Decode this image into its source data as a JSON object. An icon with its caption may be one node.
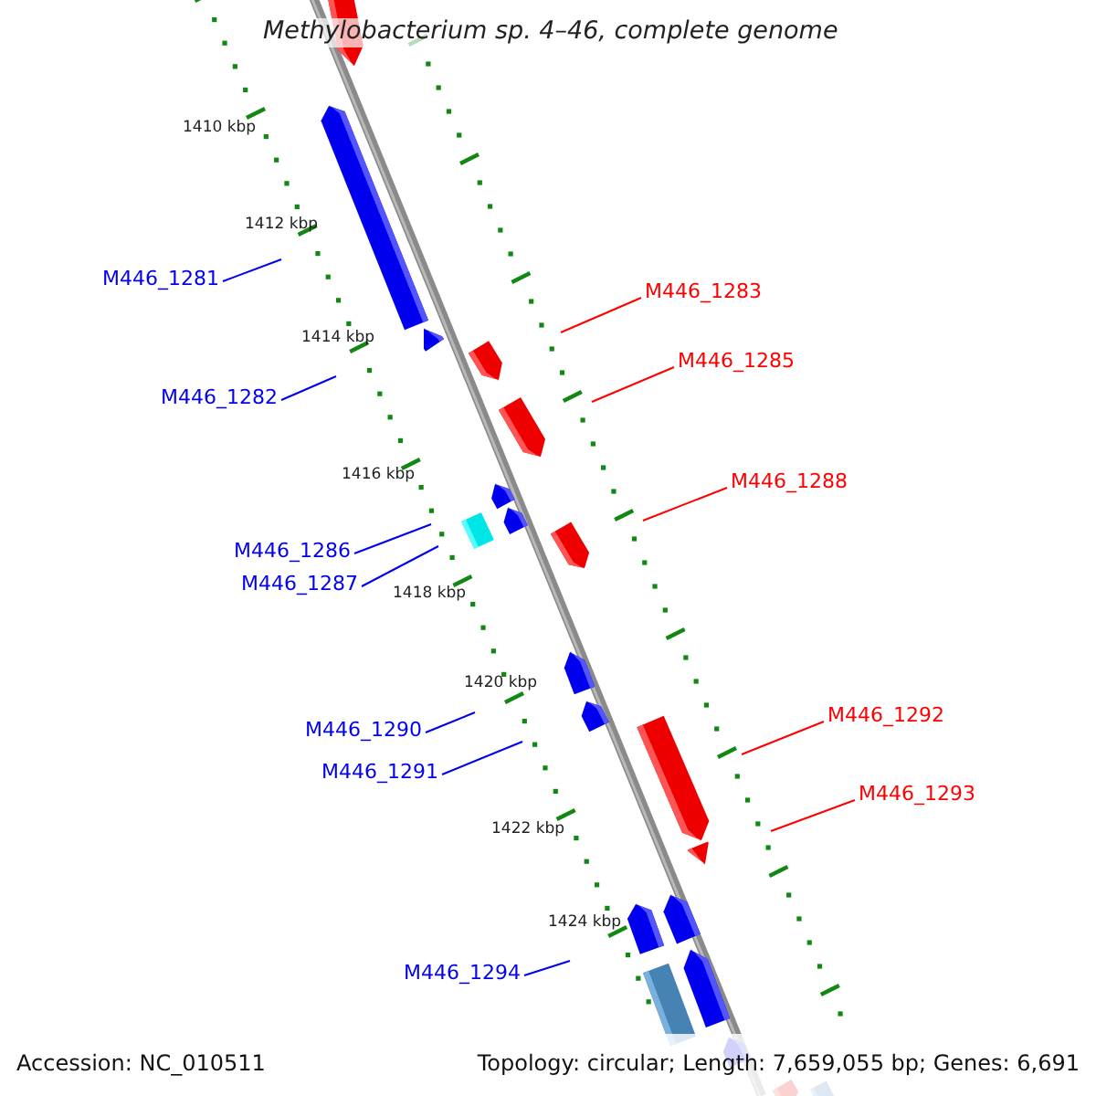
{
  "diagram": {
    "title": "Methylobacterium sp. 4–46, complete genome",
    "nodes": [
      {
        "text": [
          "M446_1281"
        ]
      },
      {
        "text": [
          "M446_1282"
        ]
      },
      {
        "text": [
          "M446_1286"
        ]
      },
      {
        "text": [
          "M446_1287"
        ]
      },
      {
        "text": [
          "M446_1290"
        ]
      },
      {
        "text": [
          "M446_1291"
        ]
      },
      {
        "text": [
          "M446_1294"
        ]
      },
      {
        "text": [
          "M446_1283"
        ]
      },
      {
        "text": [
          "M446_1285"
        ]
      },
      {
        "text": [
          "M446_1288"
        ]
      },
      {
        "text": [
          "M446_1292"
        ]
      },
      {
        "text": [
          "M446_1293"
        ]
      }
    ],
    "edges": [
      {
        "from": 0,
        "to": null,
        "arrow": "none"
      },
      {
        "from": 1,
        "to": null,
        "arrow": "none"
      },
      {
        "from": 2,
        "to": null,
        "arrow": "none"
      },
      {
        "from": 3,
        "to": null,
        "arrow": "none"
      },
      {
        "from": 4,
        "to": null,
        "arrow": "none"
      },
      {
        "from": 5,
        "to": null,
        "arrow": "none"
      },
      {
        "from": 6,
        "to": null,
        "arrow": "none"
      },
      {
        "from": 7,
        "to": null,
        "arrow": "none",
        "color": "#ff0000"
      },
      {
        "from": 8,
        "to": null,
        "arrow": "none",
        "color": "#ff0000"
      },
      {
        "from": 9,
        "to": null,
        "arrow": "none",
        "color": "#ff0000"
      },
      {
        "from": 10,
        "to": null,
        "arrow": "none",
        "color": "#ff0000"
      },
      {
        "from": 11,
        "to": null,
        "arrow": "none",
        "color": "#ff0000"
      }
    ],
    "labels": [
      "1410 kbp",
      "1412 kbp",
      "1414 kbp",
      "1416 kbp",
      "1418 kbp",
      "1420 kbp",
      "1422 kbp",
      "1424 kbp",
      "Accession: NC_010511",
      "Topology: circular; Length: 7,659,055 bp; Genes: 6,691"
    ]
  }
}
